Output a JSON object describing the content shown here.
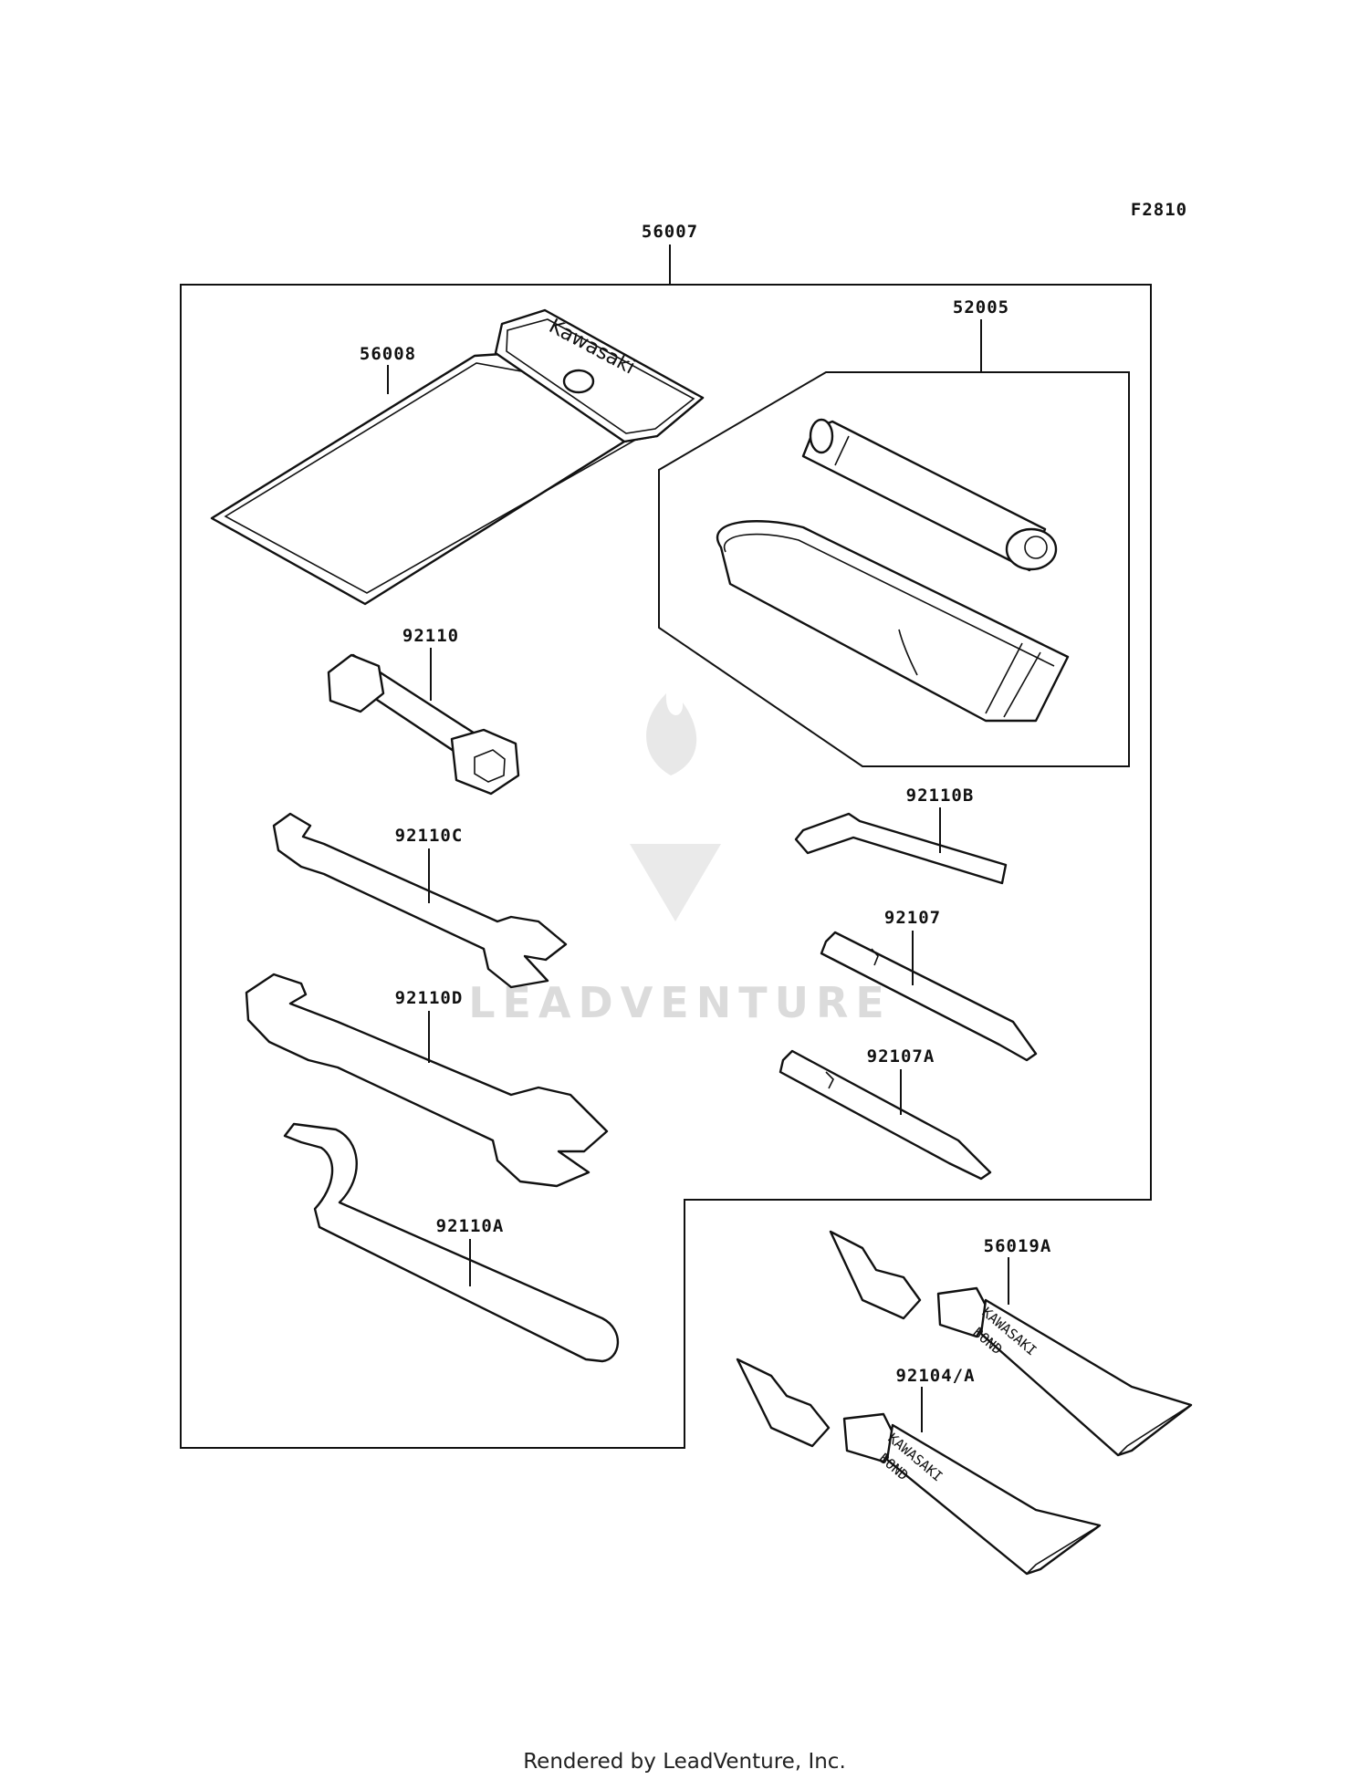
{
  "figure_code": "F2810",
  "parts": {
    "p56007": "56007",
    "p56008": "56008",
    "p52005": "52005",
    "p92110": "92110",
    "p92110C": "92110C",
    "p92110D": "92110D",
    "p92110A": "92110A",
    "p92110B": "92110B",
    "p92107": "92107",
    "p92107A": "92107A",
    "p56019A": "56019A",
    "p92104A": "92104/A"
  },
  "pouch_brand": "Kawasaki",
  "tube_text": {
    "brand": "KAWASAKI",
    "product": "BOND"
  },
  "watermark": "LEADVENTURE",
  "footer": "Rendered by LeadVenture, Inc."
}
